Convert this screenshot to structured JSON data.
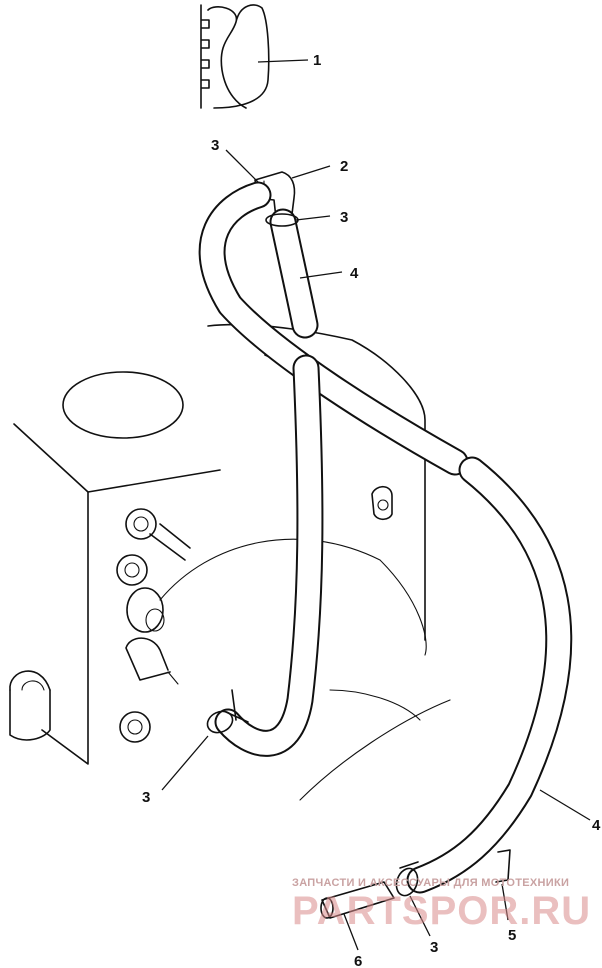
{
  "callouts": [
    {
      "id": "c1",
      "label": "1"
    },
    {
      "id": "c2",
      "label": "2"
    },
    {
      "id": "c3a",
      "label": "3"
    },
    {
      "id": "c3b",
      "label": "3"
    },
    {
      "id": "c4a",
      "label": "4"
    },
    {
      "id": "c3c",
      "label": "3"
    },
    {
      "id": "c4b",
      "label": "4"
    },
    {
      "id": "c5",
      "label": "5"
    },
    {
      "id": "c3d",
      "label": "3"
    },
    {
      "id": "c6",
      "label": "6"
    }
  ],
  "watermark": {
    "tagline": "ЗАПЧАСТИ И АКСЕССУАРЫ ДЛЯ МОТОТЕХНИКИ",
    "brand": "PARTSPOR.RU"
  },
  "colors": {
    "line": "#111111",
    "background": "#ffffff",
    "watermark": "#d98c8c"
  }
}
